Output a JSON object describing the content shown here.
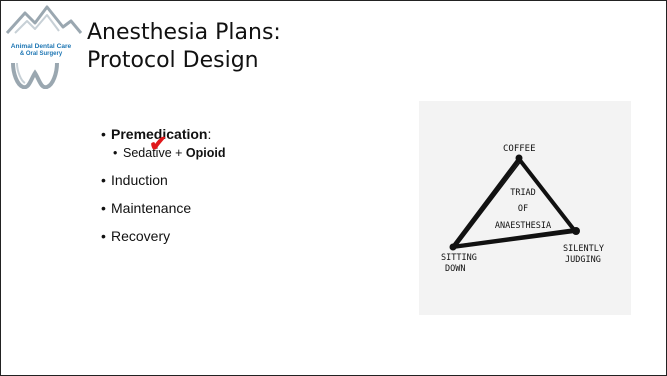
{
  "logo": {
    "line1": "Animal Dental Care",
    "line2": "& Oral Surgery",
    "icon": "mountain-tooth-logo"
  },
  "title": {
    "line1": "Anesthesia Plans:",
    "line2": "Protocol Design"
  },
  "bullets": {
    "premedication_label": "Premedication",
    "premedication_colon": ":",
    "sub_sedative": "Sedative",
    "sub_plus": " + ",
    "sub_opioid": "Opioid",
    "check_icon": "red-checkmark-icon",
    "induction": "Induction",
    "maintenance": "Maintenance",
    "recovery": "Recovery"
  },
  "triad": {
    "coffee": "COFFEE",
    "center_line1": "TRIAD",
    "center_line2": "OF",
    "center_line3": "ANAESTHESIA",
    "sitting_line1": "SITTING",
    "sitting_line2": "DOWN",
    "silently_line1": "SILENTLY",
    "silently_line2": "JUDGING"
  },
  "colors": {
    "logo_blue": "#1f77b4",
    "check_red": "#e0181b",
    "image_bg": "#f3f3f3"
  }
}
